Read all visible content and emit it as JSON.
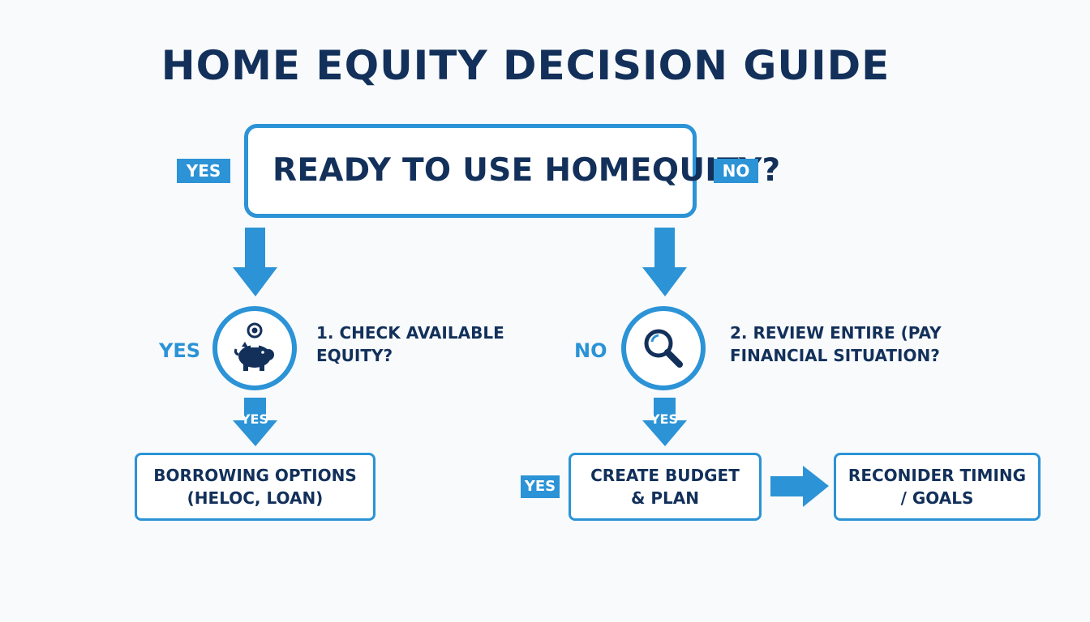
{
  "title": "HOME EQUITY DECISION GUIDE",
  "main_question": "READY TO USE HOMEQUITY?",
  "tags": {
    "yes_top": "YES",
    "no_top": "NO",
    "yes_bottom": "YES"
  },
  "side_labels": {
    "left": "YES",
    "right": "NO"
  },
  "steps": {
    "left": [
      "1. CHECK AVAILABLE",
      "EQUITY?"
    ],
    "right": [
      "2. REVIEW ENTIRE (PAY",
      "FINANCIAL SITUATION?"
    ]
  },
  "arrow_labels": {
    "left": "YES",
    "right": "YES"
  },
  "outcomes": {
    "borrowing": [
      "BORROWING OPTIONS",
      "(HELOC, LOAN)"
    ],
    "budget": [
      "CREATE BUDGET",
      "& PLAN"
    ],
    "reconsider": [
      "RECONIDER TIMING",
      "/ GOALS"
    ]
  },
  "icons": {
    "left_circle": "piggy-bank-icon",
    "right_circle": "magnifying-glass-icon"
  },
  "colors": {
    "accent": "#2b93d6",
    "text_dark": "#12305a",
    "background": "#f8fafc"
  }
}
